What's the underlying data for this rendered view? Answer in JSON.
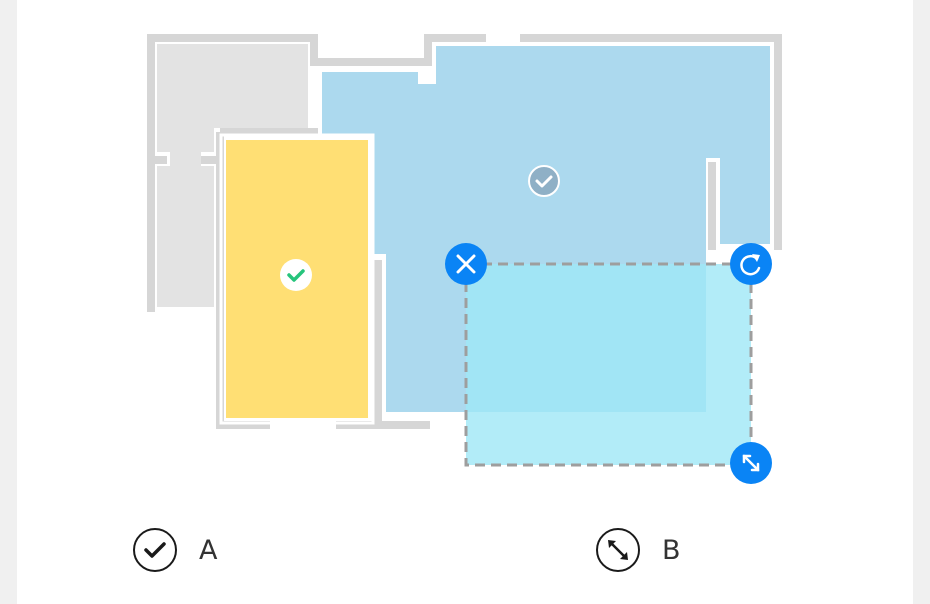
{
  "legend": {
    "item_a": {
      "label": "A",
      "icon": "check-circle-icon"
    },
    "item_b": {
      "label": "B",
      "icon": "resize-diagonal-icon"
    }
  },
  "map": {
    "rooms": [
      {
        "name": "room-left-unselected",
        "color": "#e3e3e3",
        "selected": false
      },
      {
        "name": "room-yellow",
        "color": "#ffdf74",
        "selected": true
      },
      {
        "name": "room-blue",
        "color": "#acd9ee",
        "selected": true
      }
    ],
    "zone": {
      "fill": "#9fe7f6",
      "border": "#9e9e9e",
      "handles": {
        "delete": "close-icon",
        "rotate": "rotate-icon",
        "resize": "resize-diagonal-icon"
      },
      "handle_color": "#0a84f5"
    },
    "wall_color": "#d6d6d6"
  }
}
